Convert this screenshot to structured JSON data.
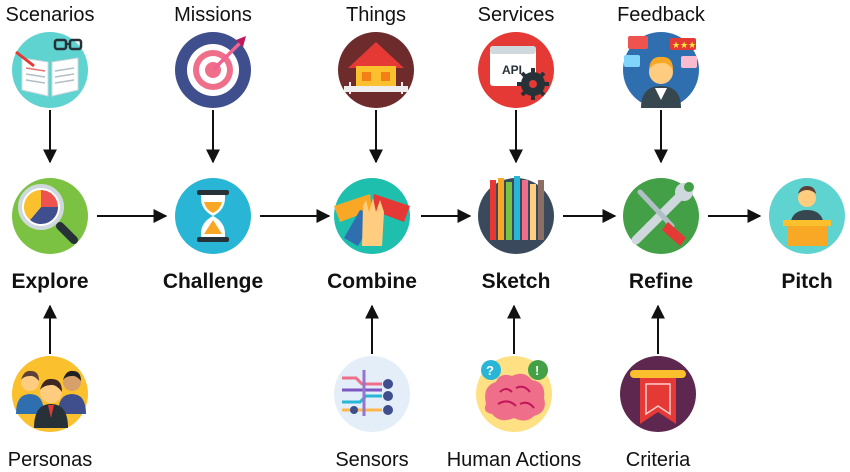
{
  "inputs_top": [
    {
      "label": "Scenarios",
      "icon": "book-glasses-icon"
    },
    {
      "label": "Missions",
      "icon": "target-icon"
    },
    {
      "label": "Things",
      "icon": "house-icon"
    },
    {
      "label": "Services",
      "icon": "api-gear-icon"
    },
    {
      "label": "Feedback",
      "icon": "person-feedback-icon"
    }
  ],
  "stages": [
    {
      "label": "Explore",
      "icon": "magnifier-chart-icon"
    },
    {
      "label": "Challenge",
      "icon": "hourglass-icon"
    },
    {
      "label": "Combine",
      "icon": "joined-hands-icon"
    },
    {
      "label": "Sketch",
      "icon": "pencils-icon"
    },
    {
      "label": "Refine",
      "icon": "tools-icon"
    },
    {
      "label": "Pitch",
      "icon": "presenter-podium-icon"
    }
  ],
  "inputs_bottom": [
    {
      "label": "Personas",
      "icon": "people-icon"
    },
    {
      "label": "Sensors",
      "icon": "circuit-icon"
    },
    {
      "label": "Human Actions",
      "icon": "brain-icon"
    },
    {
      "label": "Criteria",
      "icon": "ribbon-banner-icon"
    }
  ]
}
